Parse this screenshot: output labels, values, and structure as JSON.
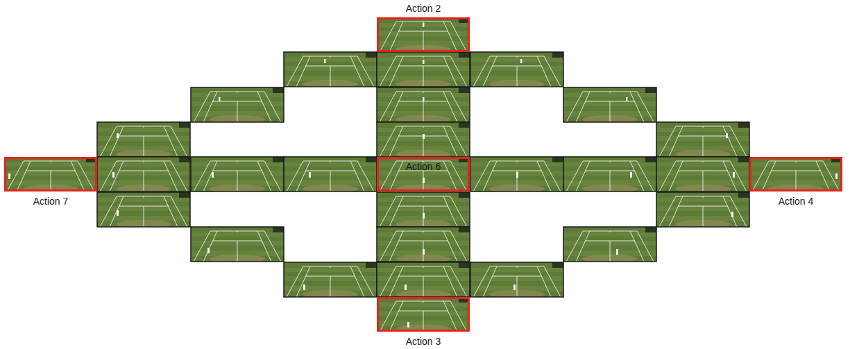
{
  "diagram": {
    "nodes": [
      {
        "text": [
          "Action 2"
        ]
      },
      {
        "text": [
          "Action 7"
        ]
      },
      {
        "text": [
          "Action 6"
        ]
      },
      {
        "text": [
          "Action 4"
        ]
      },
      {
        "text": [
          "Action 3"
        ]
      }
    ]
  }
}
